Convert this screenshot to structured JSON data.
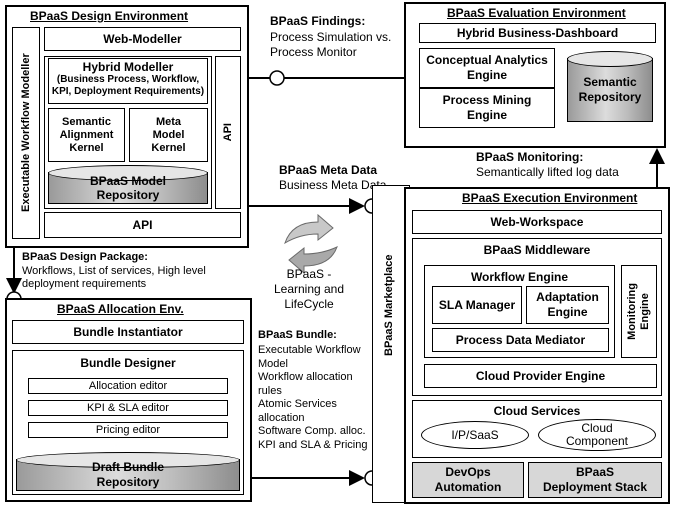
{
  "design_env": {
    "title": "BPaaS Design Environment",
    "web_modeller": "Web-Modeller",
    "executable_workflow_modeller": "Executable Workflow Modeller",
    "hybrid_modeller_title": "Hybrid Modeller",
    "hybrid_modeller_desc": "(Business Process, Workflow,\nKPI, Deployment Requirements)",
    "semantic_alignment_kernel": "Semantic\nAlignment\nKernel",
    "meta_model_kernel": "Meta\nModel\nKernel",
    "api_side": "API",
    "model_repository": "BPaaS Model\nRepository",
    "api_bottom": "API"
  },
  "findings": {
    "title": "BPaaS Findings:",
    "text": "Process Simulation vs.\nProcess Monitor"
  },
  "evaluation_env": {
    "title": "BPaaS Evaluation Environment",
    "dashboard": "Hybrid Business-Dashboard",
    "conceptual_analytics": "Conceptual Analytics\nEngine",
    "process_mining": "Process Mining\nEngine",
    "semantic_repository": "Semantic\nRepository"
  },
  "meta_data": {
    "title": "BPaaS Meta Data",
    "text": "Business Meta Data"
  },
  "monitoring": {
    "title": "BPaaS Monitoring:",
    "text": "Semantically lifted log data"
  },
  "design_package": {
    "title": "BPaaS Design Package:",
    "text": "Workflows, List of services, High level\ndeployment requirements"
  },
  "lifecycle": {
    "text": "BPaaS -\nLearning and\nLifeCycle"
  },
  "allocation_env": {
    "title": "BPaaS Allocation Env.",
    "bundle_instantiator": "Bundle Instantiator",
    "bundle_designer": "Bundle Designer",
    "allocation_editor": "Allocation editor",
    "kpi_sla_editor": "KPI & SLA editor",
    "pricing_editor": "Pricing editor",
    "draft_bundle_repository": "Draft Bundle\nRepository"
  },
  "bundle": {
    "title": "BPaaS Bundle:",
    "text": "Executable Workflow\nModel\nWorkflow allocation\nrules\nAtomic Services\nallocation\nSoftware Comp. alloc.\nKPI and SLA & Pricing"
  },
  "marketplace": {
    "label": "BPaaS Marketplace"
  },
  "execution_env": {
    "title": "BPaaS Execution Environment",
    "web_workspace": "Web-Workspace",
    "middleware": "BPaaS Middleware",
    "workflow_engine": "Workflow Engine",
    "sla_manager": "SLA Manager",
    "adaptation_engine": "Adaptation\nEngine",
    "process_data_mediator": "Process Data Mediator",
    "monitoring_engine": "Monitoring\nEngine",
    "cloud_provider_engine": "Cloud Provider Engine",
    "cloud_services": "Cloud Services",
    "ip_saas": "I/P/SaaS",
    "cloud_component": "Cloud\nComponent",
    "devops_automation": "DevOps\nAutomation",
    "deployment_stack": "BPaaS\nDeployment Stack"
  }
}
